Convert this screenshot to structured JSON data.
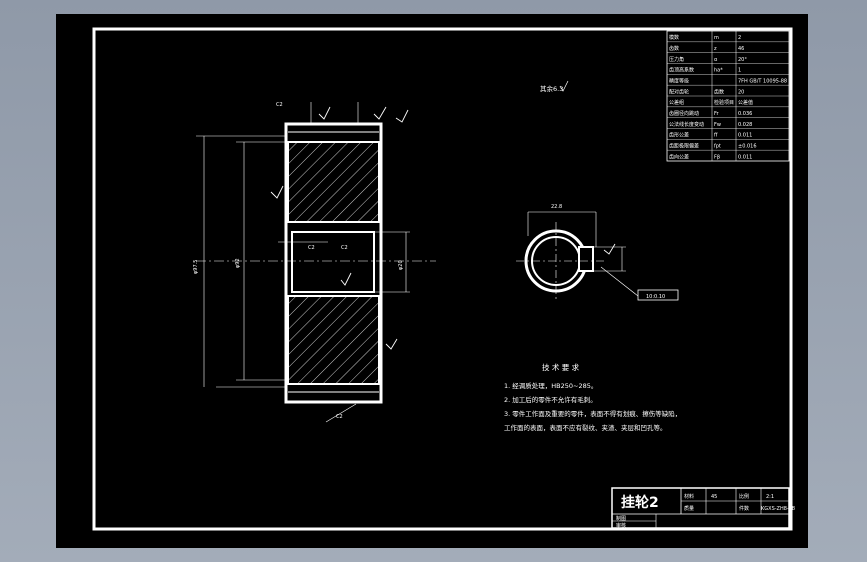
{
  "drawing": {
    "surface_note": "其余6.3",
    "part_name": "挂轮2",
    "drawing_number": "KGXS-ZH8-18",
    "material": "45",
    "scale": "2:1",
    "weight_label": "质量",
    "count_label": "件数",
    "drawn_by": "制图",
    "checked_by": "审核",
    "datum_label": "10:0.10",
    "tech_req": {
      "title": "技 术 要 求",
      "lines": [
        "1. 经调质处理，HB250~285。",
        "2. 加工后的零件不允许有毛刺。",
        "3. 零件工作面及重要的零件，表面不得有划痕、擦伤等缺陷，",
        "工作面的表面，表面不应有裂纹、夹渣、夹层和凹孔等。"
      ]
    },
    "dimensions": {
      "outer_dia": "φ97.5",
      "pitch_dia": "φ92",
      "bore_dia": "φ20",
      "chamfer": "C2",
      "keyway": "22.8"
    },
    "params_table": [
      [
        "模数",
        "m",
        "2"
      ],
      [
        "齿数",
        "z",
        "46"
      ],
      [
        "压力角",
        "α",
        "20°"
      ],
      [
        "齿顶高系数",
        "ha*",
        "1"
      ],
      [
        "精度等级",
        "",
        "7FH GB/T 10095-88"
      ],
      [
        "配对齿轮",
        "齿数",
        "20"
      ],
      [
        "公差组",
        "检验项目",
        "公差值"
      ],
      [
        "齿圈径向跳动",
        "Fr",
        "0.036"
      ],
      [
        "公法线长度变动",
        "Fw",
        "0.028"
      ],
      [
        "齿形公差",
        "ff",
        "0.011"
      ],
      [
        "齿距极限偏差",
        "fpt",
        "±0.016"
      ],
      [
        "齿向公差",
        "Fβ",
        "0.011"
      ]
    ]
  }
}
